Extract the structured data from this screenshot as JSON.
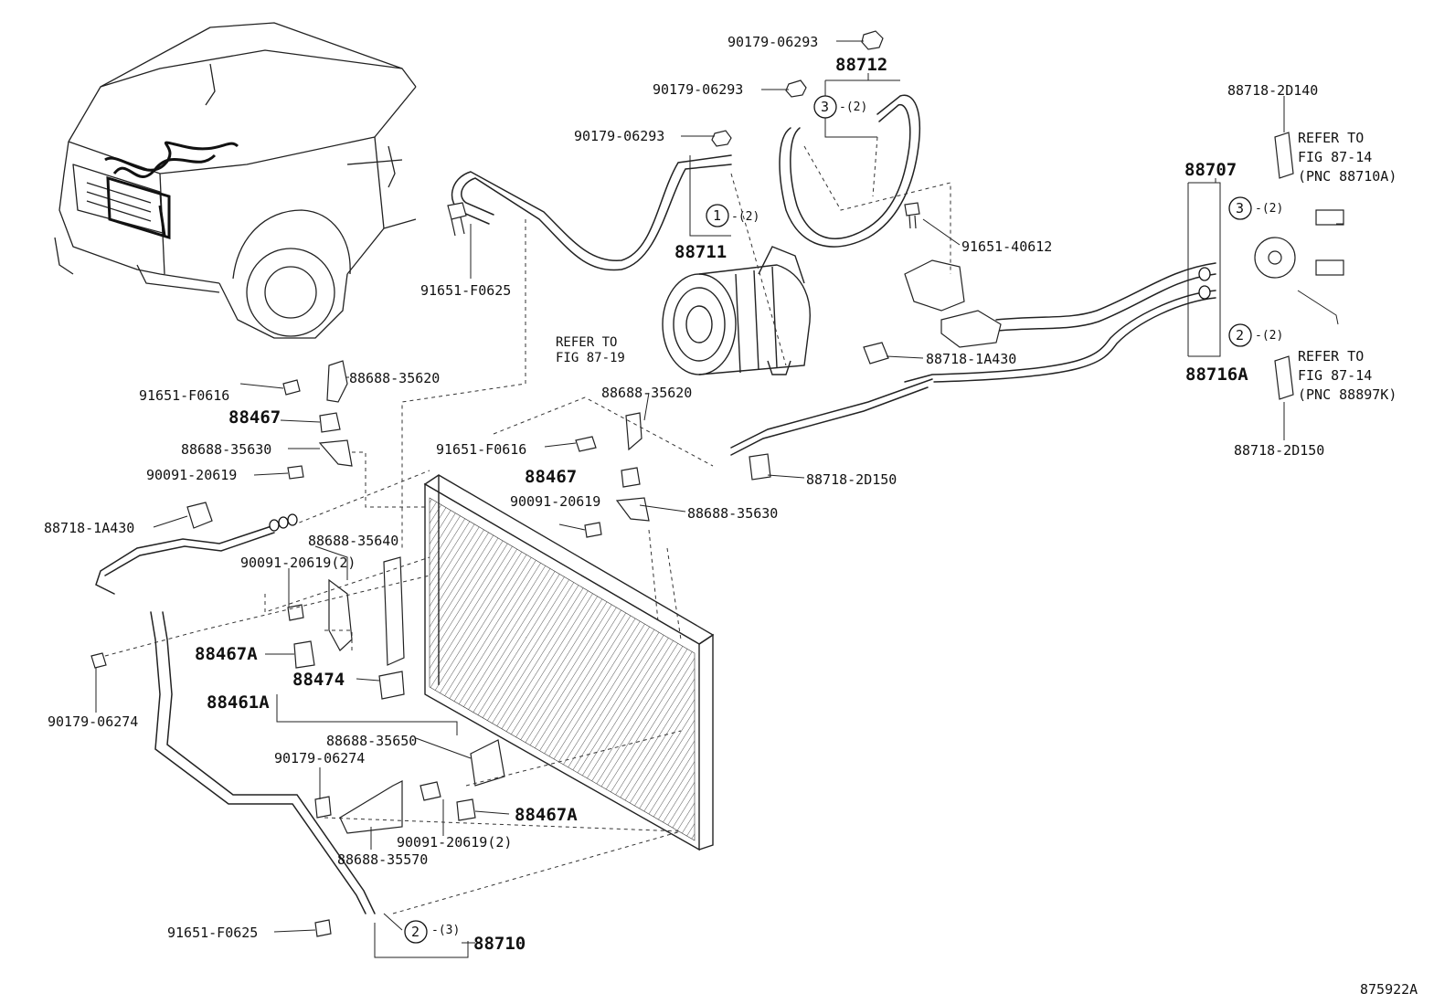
{
  "diagram_id": "875922A",
  "labels": {
    "p90179_06293_a": "90179-06293",
    "p88712": "88712",
    "p90179_06293_b": "90179-06293",
    "p90179_06293_c": "90179-06293",
    "p88711": "88711",
    "p91651_f0625_a": "91651-F0625",
    "p88718_2d140": "88718-2D140",
    "refer_top_1": "REFER TO",
    "refer_top_2": "FIG 87-14",
    "refer_top_3": "(PNC 88710A)",
    "p88707": "88707",
    "p91651_40612": "91651-40612",
    "refer_comp_1": "REFER TO",
    "refer_comp_2": "FIG 87-19",
    "p88718_1a430_a": "88718-1A430",
    "p88716a": "88716A",
    "refer_bot_1": "REFER TO",
    "refer_bot_2": "FIG 87-14",
    "refer_bot_3": "(PNC 88897K)",
    "p88718_2d150_a": "88718-2D150",
    "p91651_f0616_a": "91651-F0616",
    "p88688_35620_a": "88688-35620",
    "p88467_a": "88467",
    "p88688_35630_a": "88688-35630",
    "p90091_20619_a": "90091-20619",
    "p88688_35620_b": "88688-35620",
    "p91651_f0616_b": "91651-F0616",
    "p88718_2d150_b": "88718-2D150",
    "p88467_b": "88467",
    "p90091_20619_b": "90091-20619",
    "p88688_35630_b": "88688-35630",
    "p88718_1a430_b": "88718-1A430",
    "p88688_35640": "88688-35640",
    "p90091_20619_2a": "90091-20619(2)",
    "p88467a_a": "88467A",
    "p88474": "88474",
    "p88461a": "88461A",
    "p90179_06274_a": "90179-06274",
    "p88688_35650": "88688-35650",
    "p90179_06274_b": "90179-06274",
    "p88467a_b": "88467A",
    "p90091_20619_2b": "90091-20619(2)",
    "p88688_35570": "88688-35570",
    "p91651_f0625_b": "91651-F0625",
    "p88710": "88710"
  },
  "callouts": {
    "c1": {
      "num": "1",
      "qty": "-(2)"
    },
    "c3_top": {
      "num": "3",
      "qty": "-(2)"
    },
    "c3_right": {
      "num": "3",
      "qty": "-(2)"
    },
    "c2_right": {
      "num": "2",
      "qty": "-(2)"
    },
    "c2_bottom": {
      "num": "2",
      "qty": "-(3)"
    }
  }
}
